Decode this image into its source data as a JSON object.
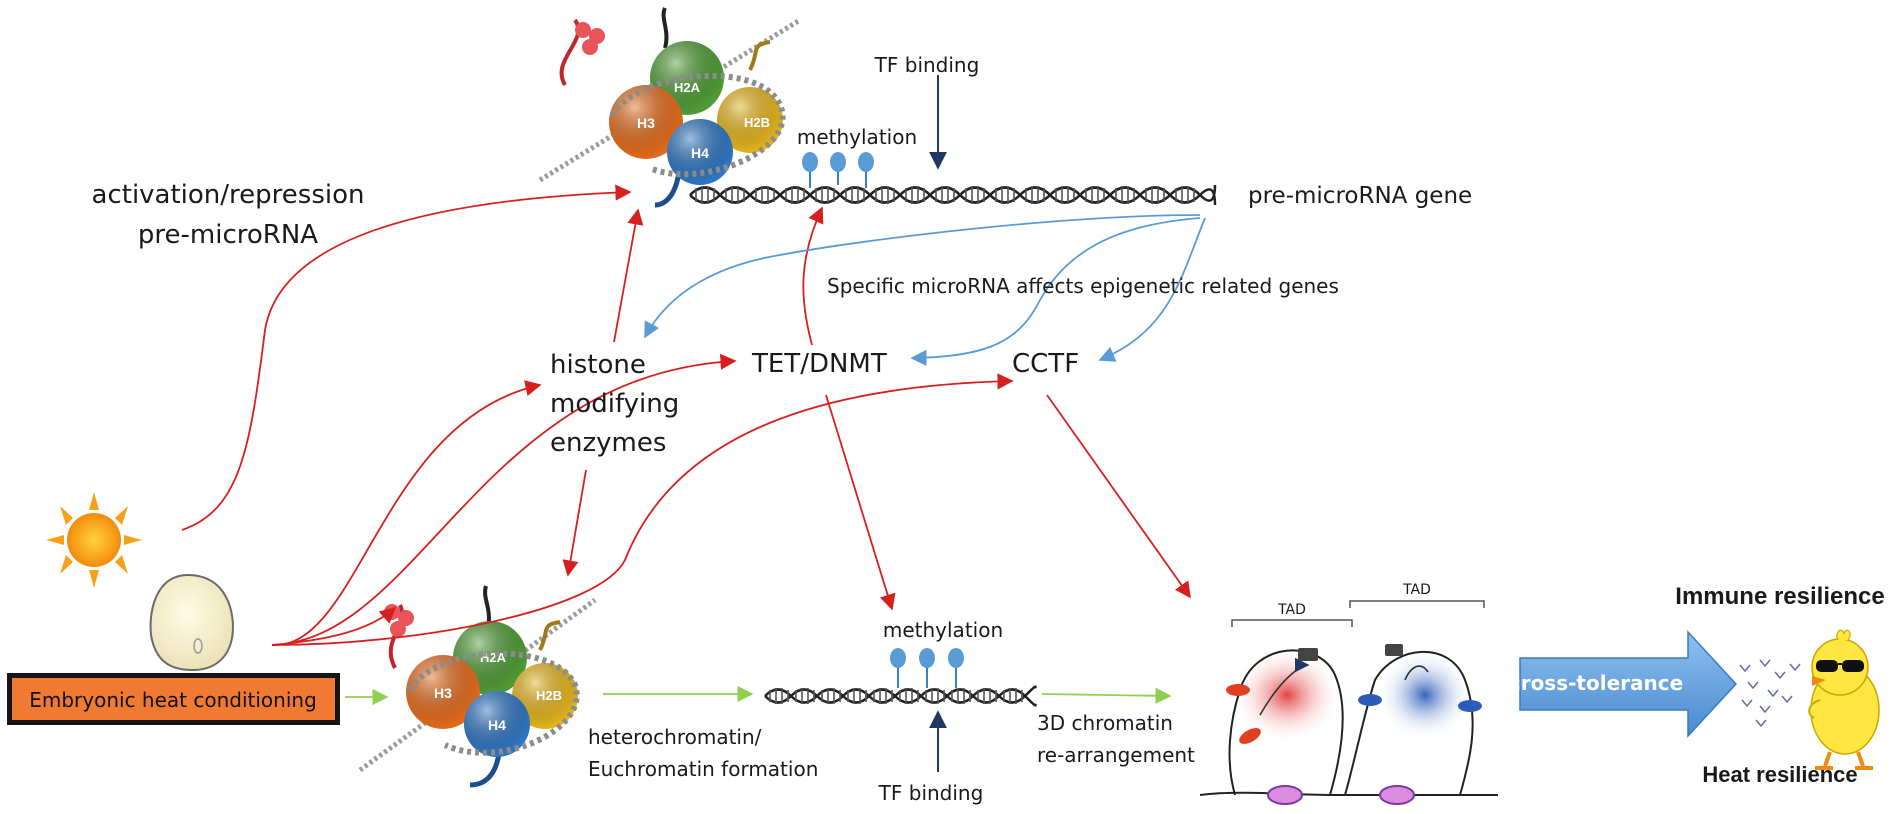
{
  "labels": {
    "activation": [
      "activation/repression",
      "pre-microRNA"
    ],
    "tf_binding_top": "TF binding",
    "methylation_top": "methylation",
    "pre_microrna_gene": "pre-microRNA gene",
    "specific_microrna": "Specific microRNA  affects epigenetic related genes",
    "histone_enzymes": [
      "histone",
      "modifying",
      "enzymes"
    ],
    "tet_dnmt": "TET/DNMT",
    "cctf": "CCTF",
    "embryonic": "Embryonic heat conditioning",
    "methylation_bottom": "methylation",
    "tf_binding_bottom": "TF binding",
    "heterochromatin": [
      "heterochromatin/",
      "Euchromatin formation"
    ],
    "chromatin_3d": [
      "3D chromatin",
      "re-arrangement"
    ],
    "tad_left": "TAD",
    "tad_right": "TAD",
    "cross_tolerance": "cross-tolerance",
    "immune_resilience": "Immune resilience",
    "heat_resilience": "Heat resilience"
  },
  "histones": {
    "h3": "H3",
    "h4": "H4",
    "h2a": "H2A",
    "h2b": "H2B"
  },
  "colors": {
    "activation_arrow": "#d62020",
    "feedback_arrow": "#5b9bd5",
    "flow_arrow": "#8fd14f",
    "tf_arrow": "#1f3864",
    "embryonic_box": "#f07a32",
    "cross_tolerance_arrow": "#5b9bd5",
    "h3": "#e06a1c",
    "h4": "#2f74c0",
    "h2a": "#5aa03a",
    "h2b": "#e2b21c"
  }
}
